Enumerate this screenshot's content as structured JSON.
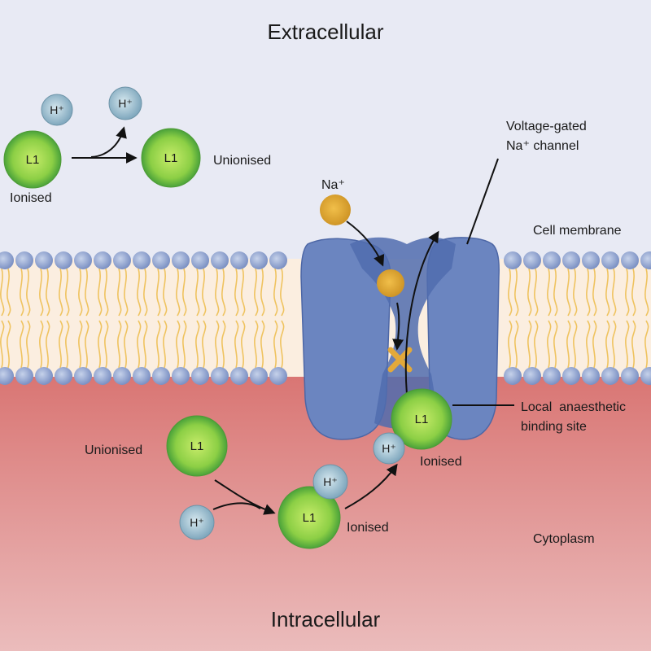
{
  "regions": {
    "extracellular": "Extracellular",
    "intracellular": "Intracellular",
    "cell_membrane": "Cell membrane",
    "cytoplasm": "Cytoplasm"
  },
  "channel": {
    "label_line1": "Voltage-gated",
    "label_line2": "Na⁺ channel",
    "binding_site_line1": "Local  anaesthetic",
    "binding_site_line2": "binding site"
  },
  "molecules": {
    "drug": "L1",
    "proton": "H⁺",
    "sodium": "Na⁺"
  },
  "states": {
    "ionised": "Ionised",
    "unionised": "Unionised"
  },
  "colors": {
    "extracellular_bg": "#e8eaf4",
    "cytoplasm_top": "#d97b7a",
    "cytoplasm_bottom": "#e9b6b6",
    "lipid_head": "#8fa3cf",
    "lipid_tail": "#f0c86a",
    "channel": "#6b85c0",
    "drug_green": "#7ec843",
    "proton_blue": "#9fc1d2",
    "sodium_orange": "#e3a93a",
    "block_mark": "#e3a93a"
  }
}
